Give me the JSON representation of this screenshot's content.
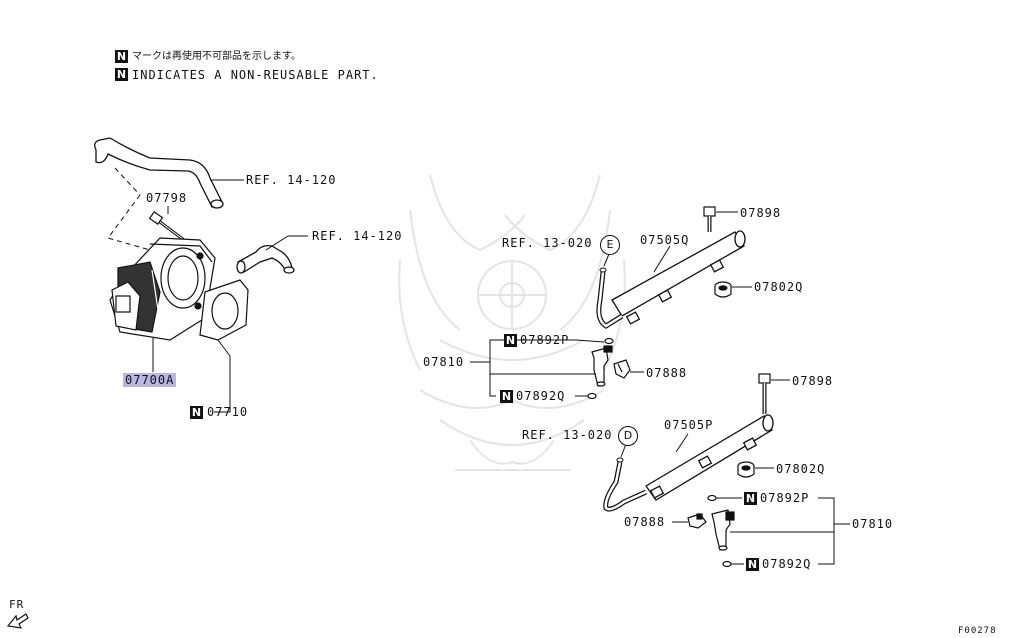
{
  "legend": {
    "symbol": "N",
    "note_jp": "マークは再使用不可部品を示します。",
    "note_en": "INDICATES A NON-REUSABLE PART."
  },
  "throttle_group": {
    "ref_hose_upper": "REF. 14-120",
    "ref_hose_lower": "REF. 14-120",
    "bolt": "07798",
    "throttle_body": "07700A",
    "gasket": "07710",
    "gasket_symbol": "N"
  },
  "upper_rail_group": {
    "ref": "REF. 13-020",
    "ref_marker": "E",
    "rail": "07505Q",
    "bolt": "07898",
    "insulator": "07802Q",
    "injector": "07810",
    "oring_upper": "07892P",
    "oring_lower": "07892Q",
    "clip": "07888",
    "oring_symbol": "N"
  },
  "lower_rail_group": {
    "ref": "REF. 13-020",
    "ref_marker": "D",
    "rail": "07505P",
    "bolt": "07898",
    "insulator": "07802Q",
    "injector": "07810",
    "oring_upper": "07892P",
    "oring_lower": "07892Q",
    "clip": "07888",
    "oring_symbol": "N"
  },
  "direction": "FR",
  "figure_code": "F00278"
}
